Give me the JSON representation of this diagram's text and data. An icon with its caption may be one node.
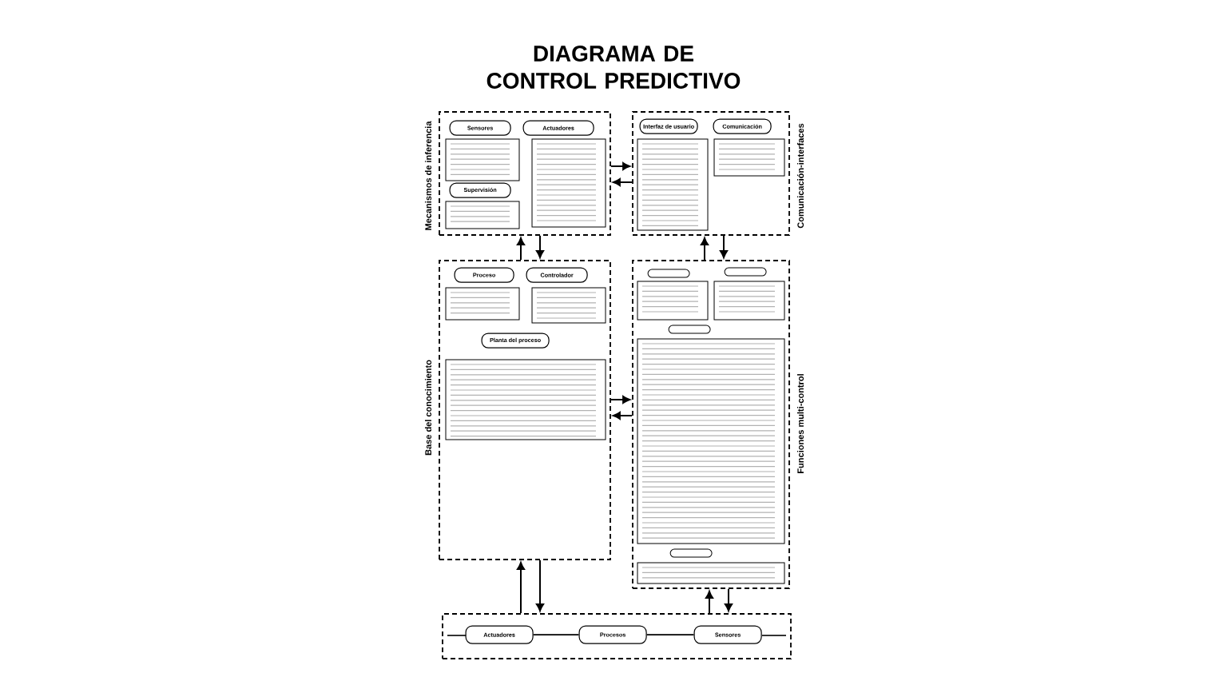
{
  "diagram": {
    "title": "DIAGRAMA DE CONTROL PREDICTIVO",
    "nodes": [
      {
        "text": [],
        "shape": "box",
        "beside": [
          "Mecanismos de inferencia"
        ]
      },
      {
        "text": [
          "Sensores"
        ],
        "in": 0
      },
      {
        "text": [
          "Actuadores"
        ],
        "in": 0
      },
      {
        "text": [
          "Supervisión"
        ],
        "in": 0
      },
      {
        "text": [],
        "shape": "box",
        "beside": [
          "Comunicación-interfaces"
        ]
      },
      {
        "text": [
          "Interfaz de usuario"
        ],
        "in": 4
      },
      {
        "text": [
          "Comunicación"
        ],
        "in": 4
      },
      {
        "text": [],
        "shape": "box",
        "beside": [
          "Base del conocimiento"
        ]
      },
      {
        "text": [
          "Proceso"
        ],
        "in": 7
      },
      {
        "text": [
          "Controlador"
        ],
        "in": 7
      },
      {
        "text": [
          "Planta del proceso"
        ],
        "in": 7
      },
      {
        "text": [],
        "shape": "box",
        "beside": [
          "Funciones multi-control"
        ]
      },
      {
        "text": [],
        "shape": "box",
        "in": 11
      },
      {
        "text": [],
        "shape": "box",
        "in": 11
      },
      {
        "text": [],
        "shape": "box",
        "in": 11
      },
      {
        "text": [],
        "shape": "box",
        "in": 11
      },
      {
        "text": [],
        "shape": "box"
      },
      {
        "text": [
          "Actuadores"
        ],
        "in": 16
      },
      {
        "text": [
          "Procesos"
        ],
        "in": 16
      },
      {
        "text": [
          "Sensores"
        ],
        "in": 16
      }
    ],
    "edges": [
      {
        "from": 0,
        "to": 4,
        "arrow": "to"
      },
      {
        "from": 4,
        "to": 0,
        "arrow": "to"
      },
      {
        "from": 7,
        "to": 0,
        "arrow": "to"
      },
      {
        "from": 0,
        "to": 7,
        "arrow": "to"
      },
      {
        "from": 11,
        "to": 4,
        "arrow": "to"
      },
      {
        "from": 4,
        "to": 11,
        "arrow": "to"
      },
      {
        "from": 7,
        "to": 11,
        "arrow": "to"
      },
      {
        "from": 11,
        "to": 7,
        "arrow": "to"
      },
      {
        "from": 16,
        "to": 7,
        "arrow": "to"
      },
      {
        "from": 7,
        "to": 16,
        "arrow": "to"
      },
      {
        "from": 16,
        "to": 11,
        "arrow": "to"
      },
      {
        "from": 11,
        "to": 16,
        "arrow": "to"
      },
      {
        "from": 17,
        "to": 18,
        "arrow": "none"
      },
      {
        "from": 18,
        "to": 19,
        "arrow": "none"
      }
    ]
  }
}
